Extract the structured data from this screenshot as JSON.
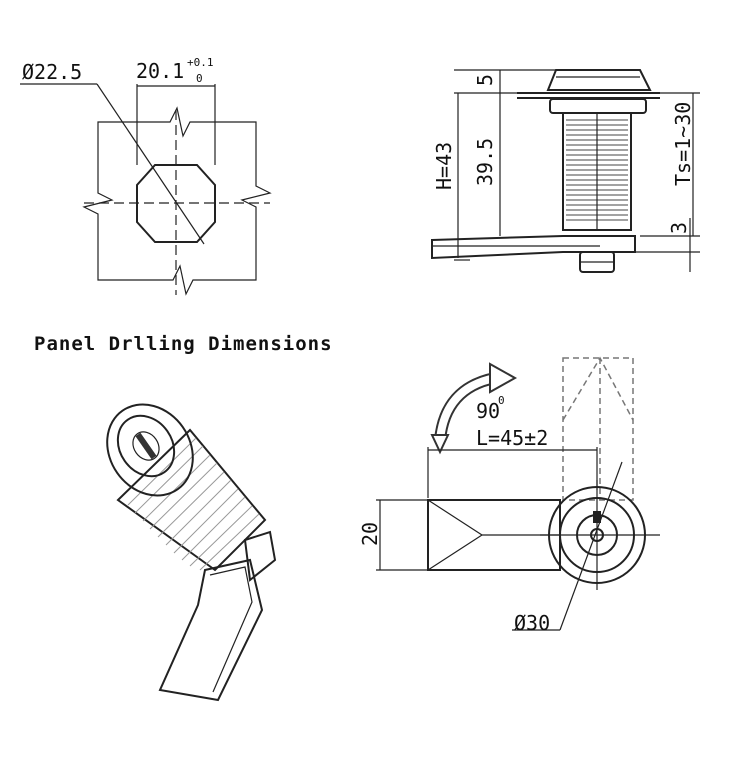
{
  "drilling": {
    "diameter_label": "Ø22.5",
    "width_label": "20.1",
    "tol_upper": "+0.1",
    "tol_lower": "0"
  },
  "caption": "Panel Drlling Dimensions",
  "side_view": {
    "dim_5": "5",
    "dim_h": "H=43",
    "dim_395": "39.5",
    "dim_ts": "Ts=1~30",
    "dim_3": "3"
  },
  "bottom_view": {
    "angle": "90",
    "angle_deg": "0",
    "length_label": "L=45±2",
    "width_20": "20",
    "diameter_30": "Ø30"
  }
}
